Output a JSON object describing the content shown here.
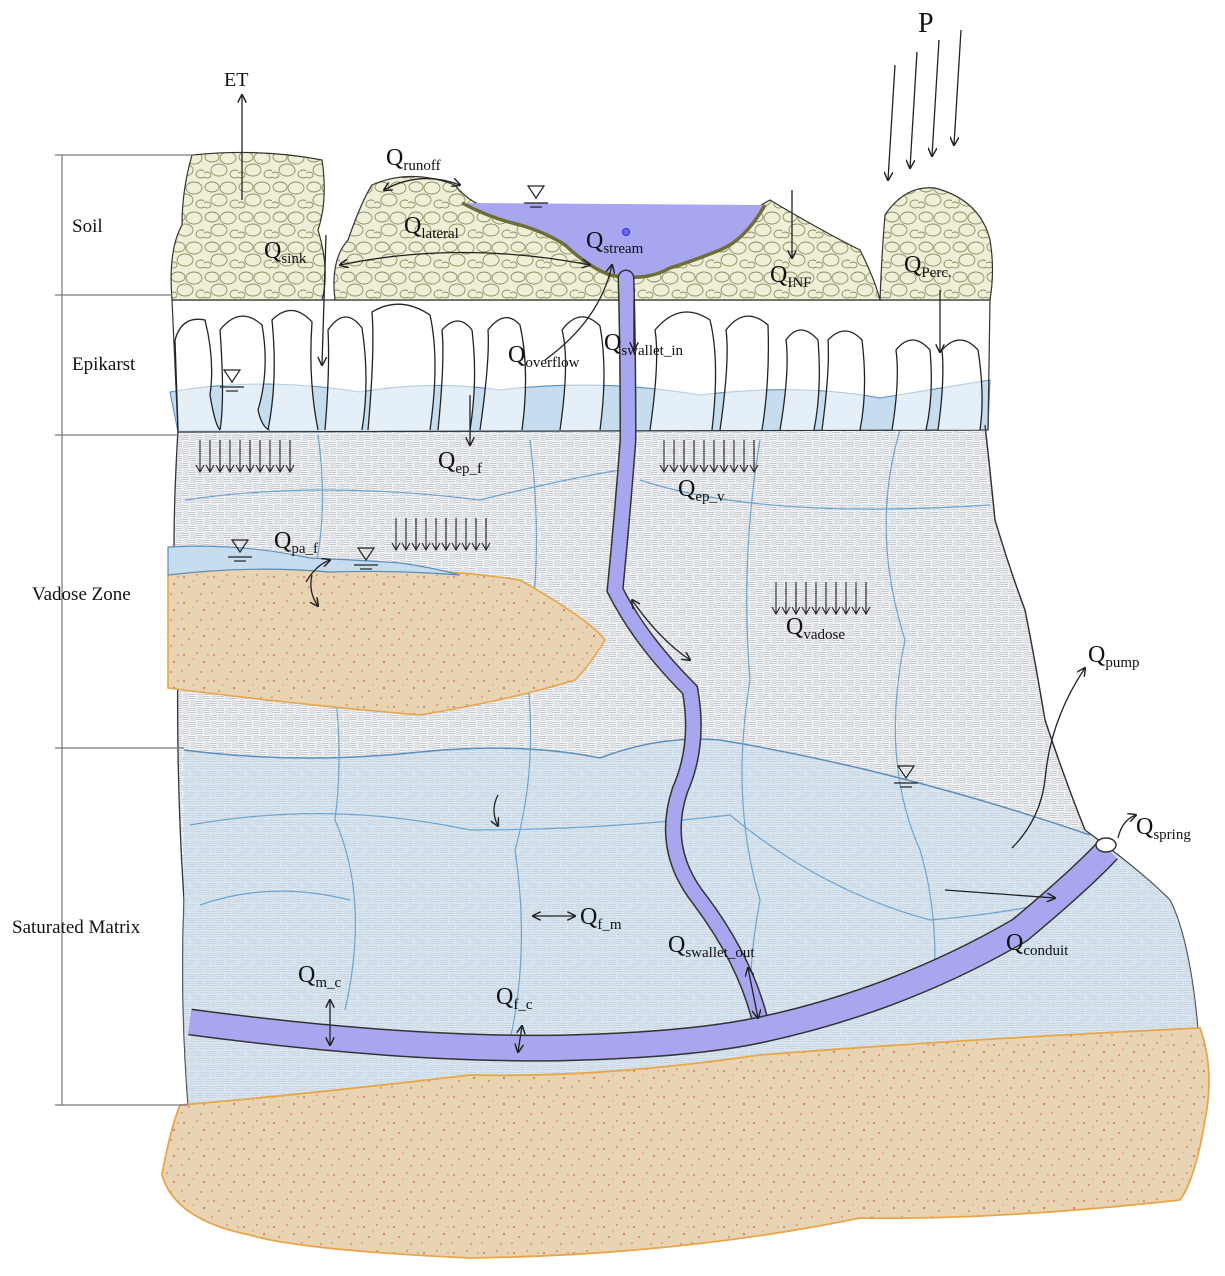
{
  "zones": [
    "Soil",
    "Epikarst",
    "Vadose Zone",
    "Saturated Matrix"
  ],
  "labels": [
    {
      "id": "p",
      "main": "P",
      "sub": ""
    },
    {
      "id": "et",
      "main": "ET",
      "sub": ""
    },
    {
      "id": "runoff",
      "main": "Q",
      "sub": "runoff"
    },
    {
      "id": "lateral",
      "main": "Q",
      "sub": "lateral"
    },
    {
      "id": "sink",
      "main": "Q",
      "sub": "sink"
    },
    {
      "id": "stream",
      "main": "Q",
      "sub": "stream"
    },
    {
      "id": "inf",
      "main": "Q",
      "sub": "INF"
    },
    {
      "id": "perc",
      "main": "Q",
      "sub": "Perc."
    },
    {
      "id": "overflow",
      "main": "Q",
      "sub": "overflow"
    },
    {
      "id": "swallet_in",
      "main": "Q",
      "sub": "swallet_in"
    },
    {
      "id": "ep_f",
      "main": "Q",
      "sub": "ep_f"
    },
    {
      "id": "ep_v",
      "main": "Q",
      "sub": "ep_v"
    },
    {
      "id": "pa_f",
      "main": "Q",
      "sub": "pa_f"
    },
    {
      "id": "vadose",
      "main": "Q",
      "sub": "vadose"
    },
    {
      "id": "pump",
      "main": "Q",
      "sub": "pump"
    },
    {
      "id": "spring",
      "main": "Q",
      "sub": "spring"
    },
    {
      "id": "f_m",
      "main": "Q",
      "sub": "f_m"
    },
    {
      "id": "swallet_out",
      "main": "Q",
      "sub": "swallet_out"
    },
    {
      "id": "conduit",
      "main": "Q",
      "sub": "conduit"
    },
    {
      "id": "m_c",
      "main": "Q",
      "sub": "m_c"
    },
    {
      "id": "f_c",
      "main": "Q",
      "sub": "f_c"
    }
  ],
  "colors": {
    "soil": "#efefd8",
    "soil_edge": "#6e6e3a",
    "water": "#c9dff0",
    "conduit": "#a8a6ee",
    "sand": "#e8d2ae",
    "sand_edge": "#e8a64a",
    "rock_hatch": "#b8bcc4"
  }
}
